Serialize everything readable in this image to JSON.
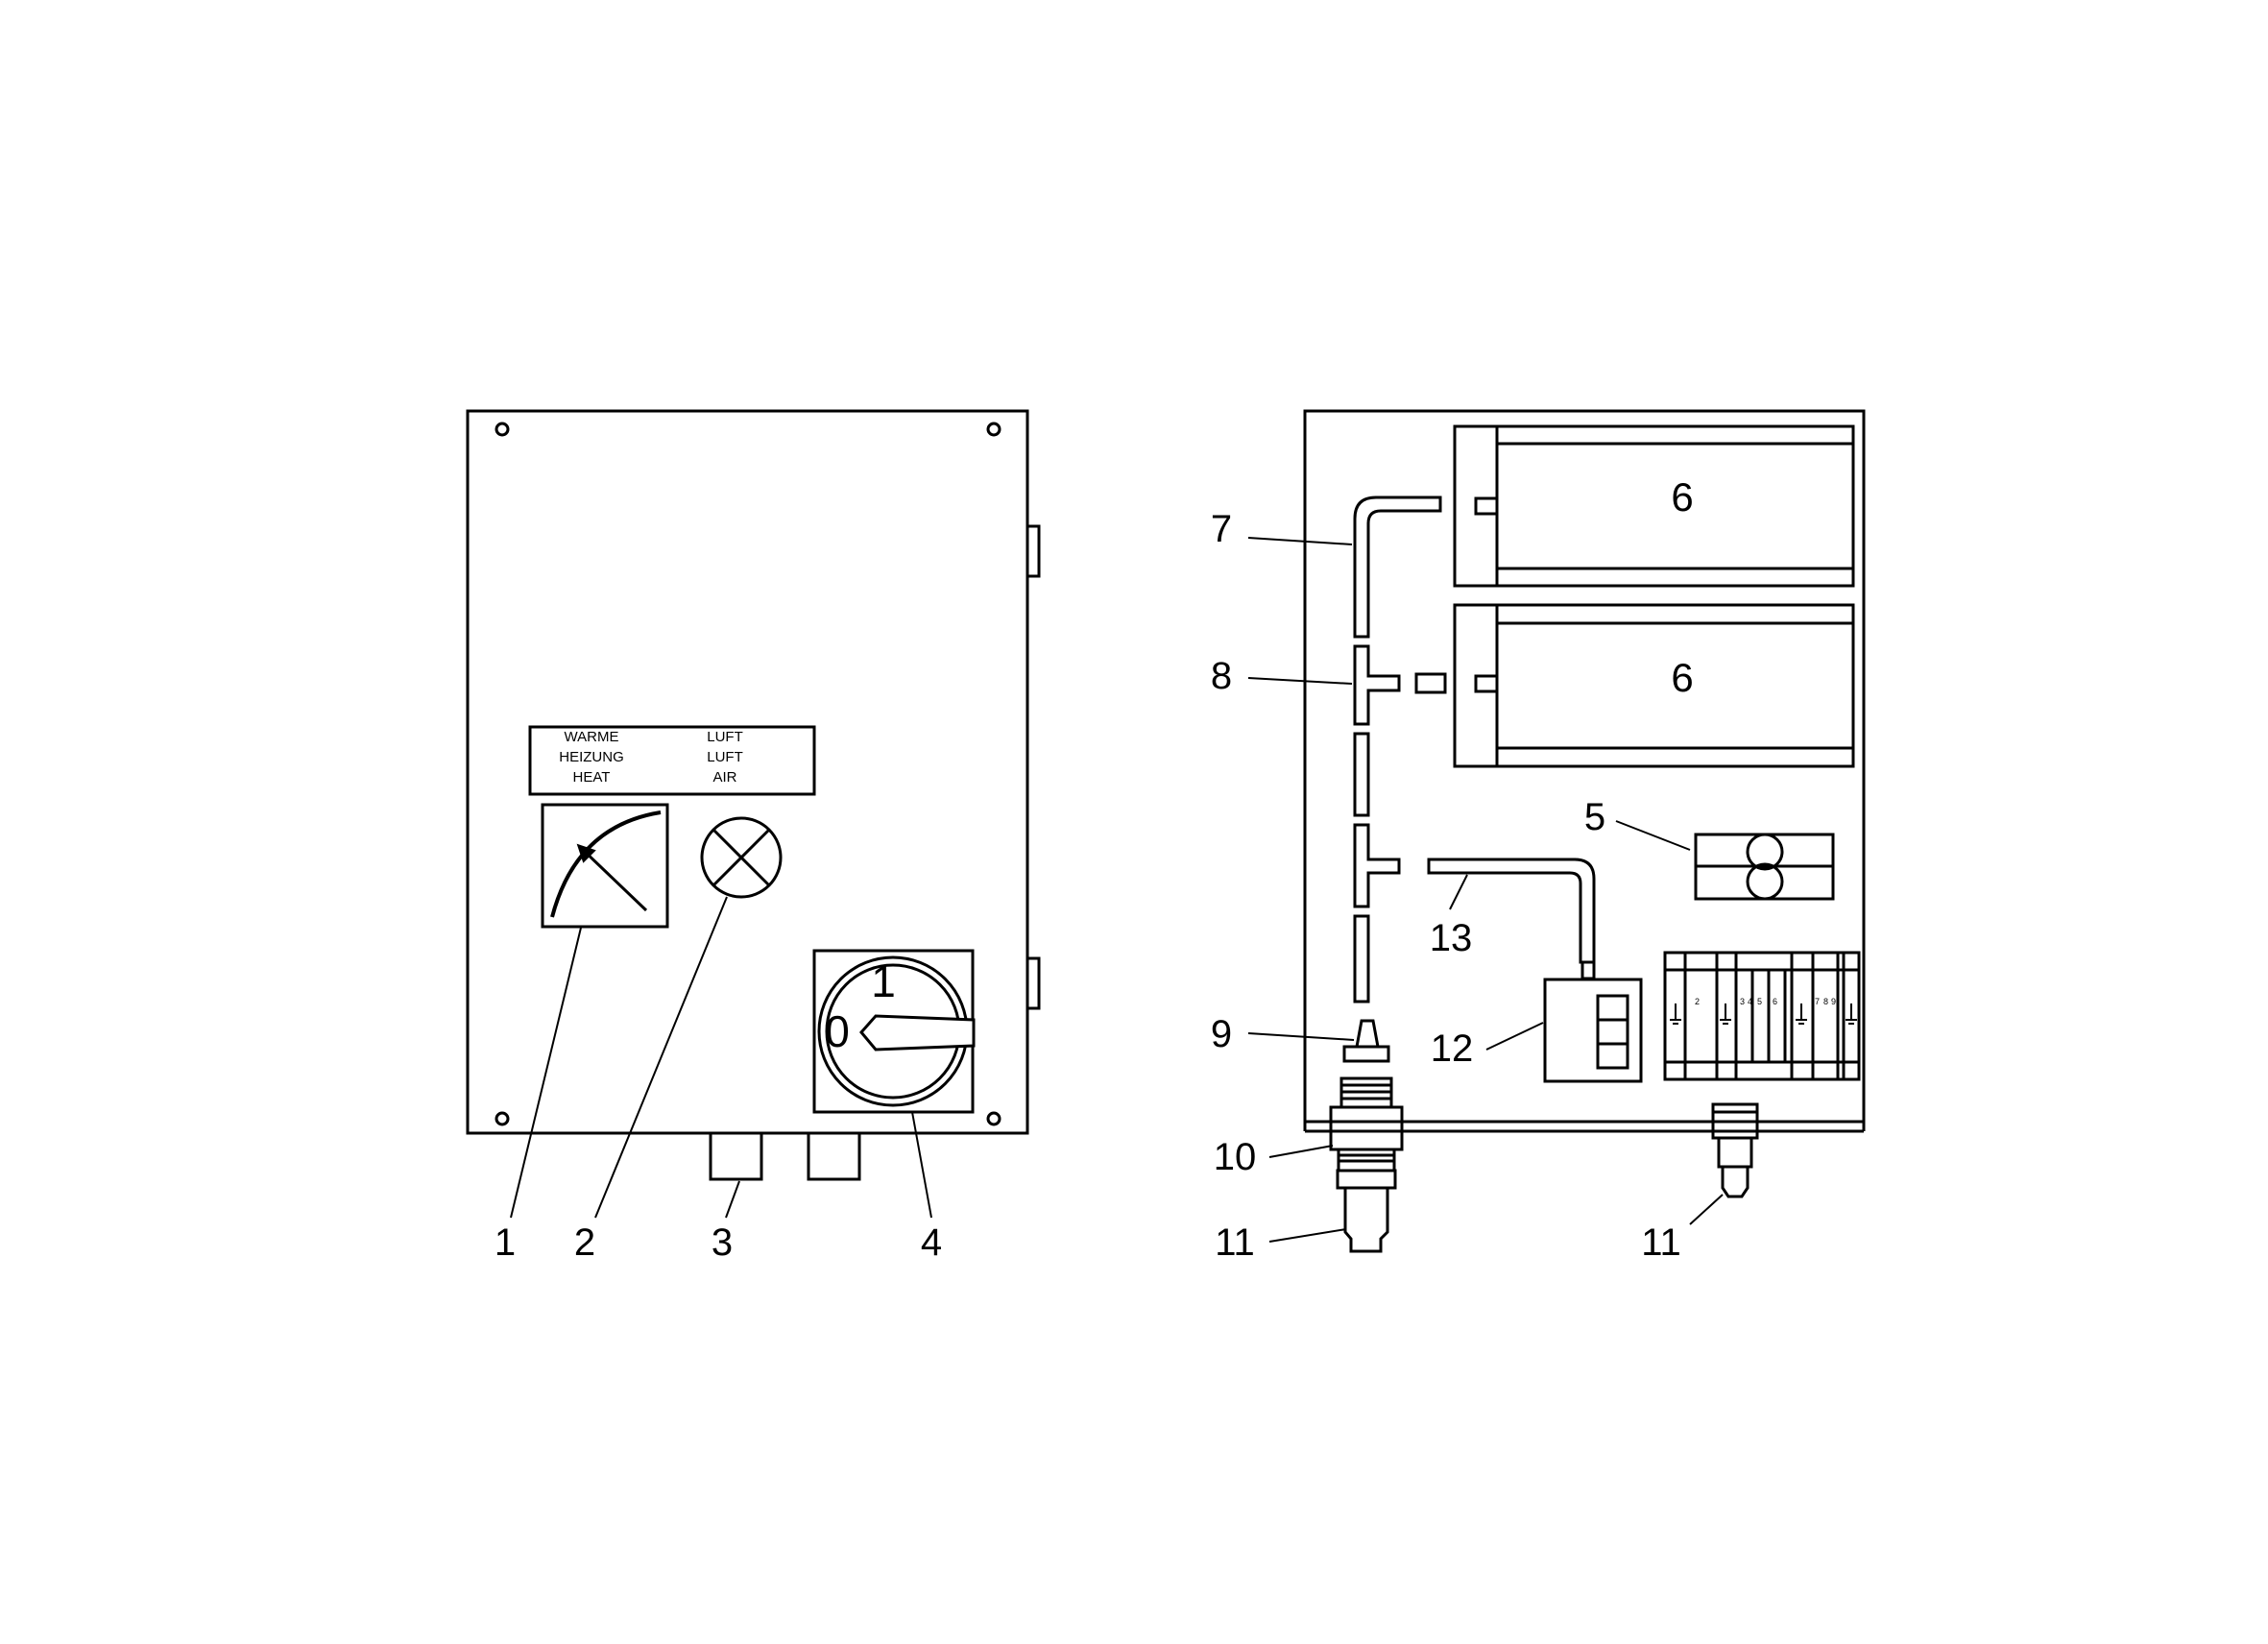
{
  "panel_front": {
    "label_plate": {
      "left": [
        "WARME",
        "HEIZUNG",
        "HEAT"
      ],
      "right": [
        "LUFT",
        "LUFT",
        "AIR"
      ]
    },
    "switch": {
      "on_label": "1",
      "off_label": "0"
    }
  },
  "panel_inside": {
    "terminal_marks": [
      "2",
      "3",
      "4",
      "5",
      "6",
      "7",
      "8",
      "9"
    ]
  },
  "callouts": {
    "c1": "1",
    "c2": "2",
    "c3": "3",
    "c4": "4",
    "c5": "5",
    "c6a": "6",
    "c6b": "6",
    "c7": "7",
    "c8": "8",
    "c9": "9",
    "c10": "10",
    "c11a": "11",
    "c11b": "11",
    "c12": "12",
    "c13": "13"
  },
  "icons": {
    "gauge": "heat-gauge-icon",
    "lamp": "indicator-lamp-icon",
    "switch": "rotary-switch-icon",
    "ground": "ground-symbol-icon"
  }
}
